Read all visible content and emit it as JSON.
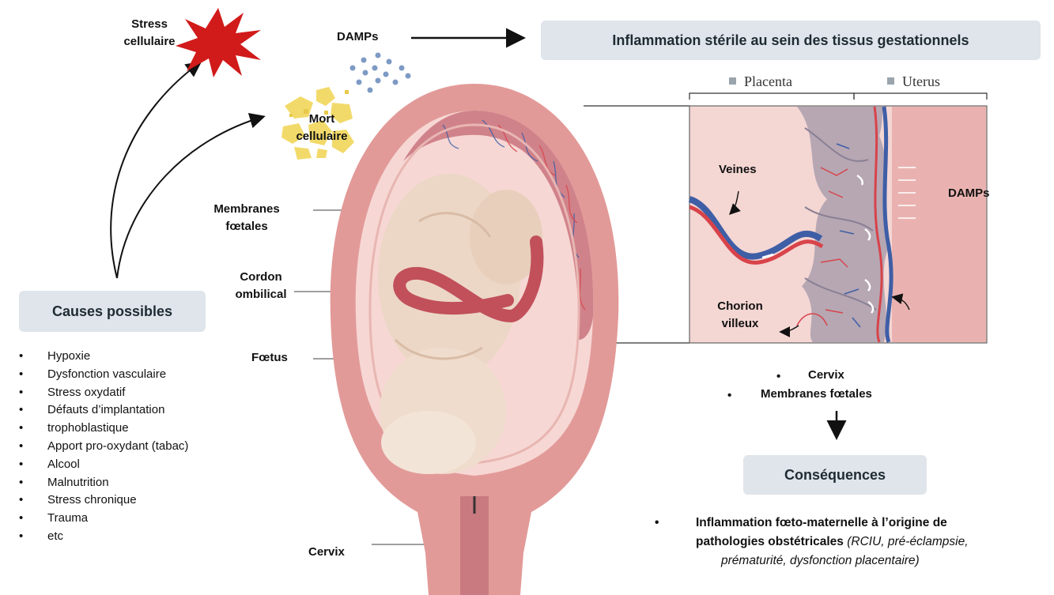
{
  "labels": {
    "stress": [
      "Stress",
      "cellulaire"
    ],
    "mort": [
      "Mort",
      "cellulaire"
    ],
    "damps_top": "DAMPs",
    "membranes": [
      "Membranes",
      "fœtales"
    ],
    "cordon": [
      "Cordon",
      "ombilical"
    ],
    "foetus": "Fœtus",
    "cervix": "Cervix"
  },
  "header_box": "Inflammation stérile au sein des tissus gestationnels",
  "inset": {
    "placenta": "Placenta",
    "uterus": "Uterus",
    "veines": "Veines",
    "damps": "DAMPs",
    "chorion": [
      "Chorion",
      "villeux"
    ]
  },
  "causes": {
    "title": "Causes possibles",
    "items": [
      "Hypoxie",
      "Dysfonction vasculaire",
      "Stress oxydatif",
      "Défauts d’implantation",
      "trophoblastique",
      "Apport pro-oxydant (tabac)",
      "Alcool",
      "Malnutrition",
      "Stress chronique",
      "Trauma",
      "etc"
    ],
    "continuation_index": 4
  },
  "sites": [
    "Cervix",
    "Membranes fœtales"
  ],
  "consequences": {
    "title": "Conséquences",
    "line1": "Inflammation fœto-maternelle à l’origine de",
    "line2_bold": "pathologies obstétricales",
    "line2_italic": "(RCIU, pré-éclampsie,",
    "line3_italic": "prématurité, dysfonction placentaire)"
  },
  "colors": {
    "box_bg": "#dfe5ea",
    "uterus_wall": "#e29a98",
    "amniotic": "#f6d7d4",
    "foetus_skin": "#ecd7c6",
    "cord": "#c1505a",
    "vessel_red": "#d8434a",
    "vessel_blue": "#3e5ea6",
    "stress_star": "#d11a1a",
    "dead_cells": "#f2da6a",
    "damp_dots": "#7d9ac4"
  }
}
